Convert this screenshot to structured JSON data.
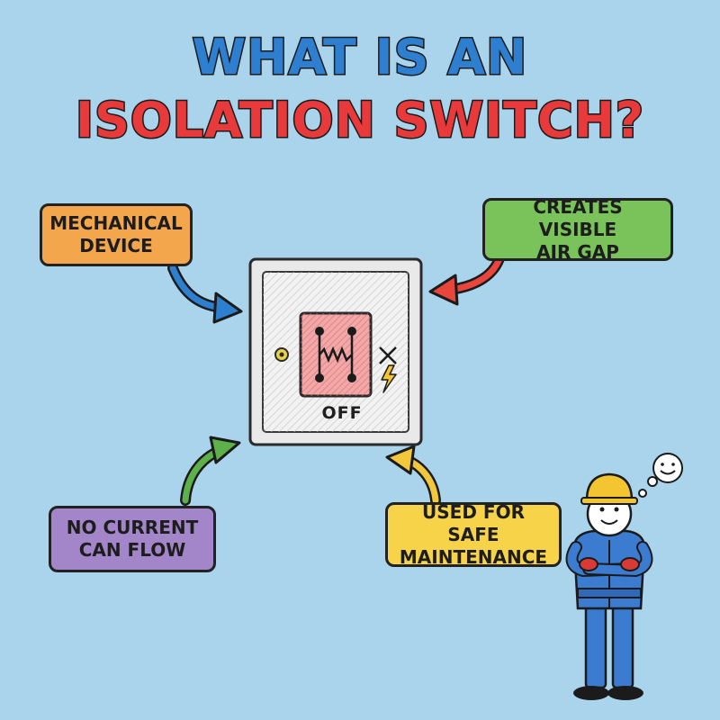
{
  "title": {
    "line1": "WHAT IS AN",
    "line2": "ISOLATION SWITCH?"
  },
  "labels": {
    "mechanical": [
      "MECHANICAL",
      "DEVICE"
    ],
    "air_gap": [
      "CREATES VISIBLE",
      "AIR GAP"
    ],
    "no_current": [
      "NO CURRENT",
      "CAN FLOW"
    ],
    "maintenance": [
      "USED FOR SAFE",
      "MAINTENANCE"
    ]
  },
  "switch": {
    "state_label": "OFF"
  },
  "colors": {
    "background": "#a9d4ec",
    "title_blue": "#2e7fd0",
    "title_red": "#e83a3a",
    "orange": "#f3a64c",
    "green": "#79c35a",
    "purple": "#a386c9",
    "yellow": "#f7d34a"
  }
}
